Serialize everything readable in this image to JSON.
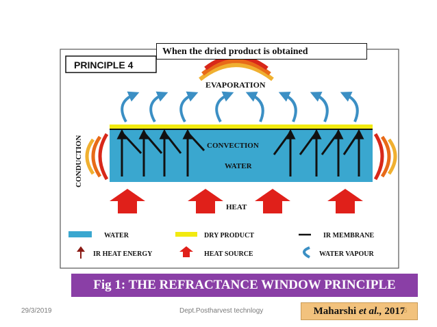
{
  "callout": {
    "text": "When the dried product is obtained"
  },
  "figure": {
    "principle": "PRINCIPLE 4",
    "evaporation": "EVAPORATION",
    "conduction": "CONDUCTION",
    "convection": "CONVECTION",
    "water": "WATER",
    "heat": "HEAT",
    "legend": {
      "water": "WATER",
      "dry_product": "DRY PRODUCT",
      "ir_membrane": "IR MEMBRANE",
      "ir_heat_energy": "IR HEAT ENERGY",
      "heat_source": "HEAT SOURCE",
      "water_vapour": "WATER VAPOUR"
    },
    "colors": {
      "water": "#3aa7cf",
      "dry_product": "#f2ea10",
      "heat": "#e0201a",
      "vapour": "#3b8fc4",
      "caption": "#8a3fa6",
      "citation": "#f2c27d"
    }
  },
  "caption": {
    "text": "Fig 1: THE REFRACTANCE WINDOW PRINCIPLE"
  },
  "citation": {
    "author": "Maharshi ",
    "etal": "et al.,",
    "year": " 2017"
  },
  "footer": {
    "date": "29/3/2019",
    "department": "Dept.Postharvest technlogy",
    "page": "5"
  }
}
